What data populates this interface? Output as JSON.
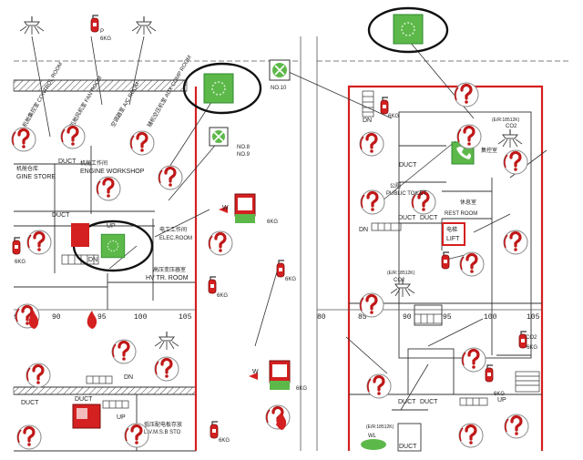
{
  "labels": {
    "engine_store_cn": "机舱仓库",
    "engine_store": "GINE STORE",
    "engine_workshop_cn": "机舱工作间",
    "engine_workshop": "ENGINE WORKSHOP",
    "duct": "DUCT",
    "up": "UP",
    "dn": "DN",
    "w": "W",
    "p": "P",
    "kg6": "6KG",
    "wl": "WL",
    "hv_room_cn": "高压变压器室",
    "hv_room": "HV TR. ROOM",
    "elec_room_cn": "电工工作间",
    "elec_room": "ELEC.ROOM",
    "no10": "NO.10",
    "no8": "NO.8",
    "no9": "NO.9",
    "public_toilet_cn": "公厕",
    "public_toilet": "PUBLIC TOILET",
    "rest_room_cn": "休息室",
    "rest_room": "REST ROOM",
    "lift_cn": "电梯",
    "lift": "LIFT",
    "control_cn": "集控室",
    "co2": "CO2",
    "lvmsb_cn": "低压配电板存放",
    "lvmsb": "L.V.M.S.B STO",
    "frame85": "85",
    "frame90": "90",
    "frame95": "95",
    "frame100": "100",
    "frame105": "105",
    "frame80": "80",
    "stair_tag": "(E/R:18512K)",
    "vert_text1": "机舱集控室 CONTROL ROOM",
    "vert_text2": "机舱风机室 FAN ROOM",
    "vert_text3": "空调器室 A/C ROOM",
    "vert_text4": "辅机空压机室 AUX COMP ROOM"
  },
  "colors": {
    "accent_red": "#d42020",
    "green": "#5db84a",
    "green_dark": "#2f8a2f",
    "line": "#333333"
  }
}
